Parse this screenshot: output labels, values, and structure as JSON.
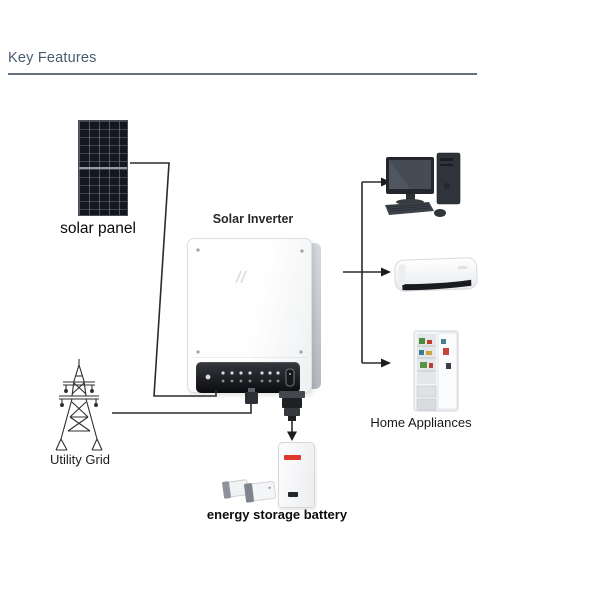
{
  "header": {
    "title": "Key Features"
  },
  "diagram": {
    "solar_panel": {
      "label": "solar panel"
    },
    "solar_inverter": {
      "label": "Solar Inverter"
    },
    "utility_grid": {
      "label": "Utility Grid"
    },
    "home_appliances": {
      "label": "Home Appliances"
    },
    "energy_storage_battery": {
      "label": "energy storage battery"
    }
  },
  "colors": {
    "heading_text": "#4a5b6d",
    "divider": "#66717e",
    "wire": "#2b2b2b",
    "solar_panel_cell": "#14171d",
    "battery_brand_red": "#df382d"
  }
}
